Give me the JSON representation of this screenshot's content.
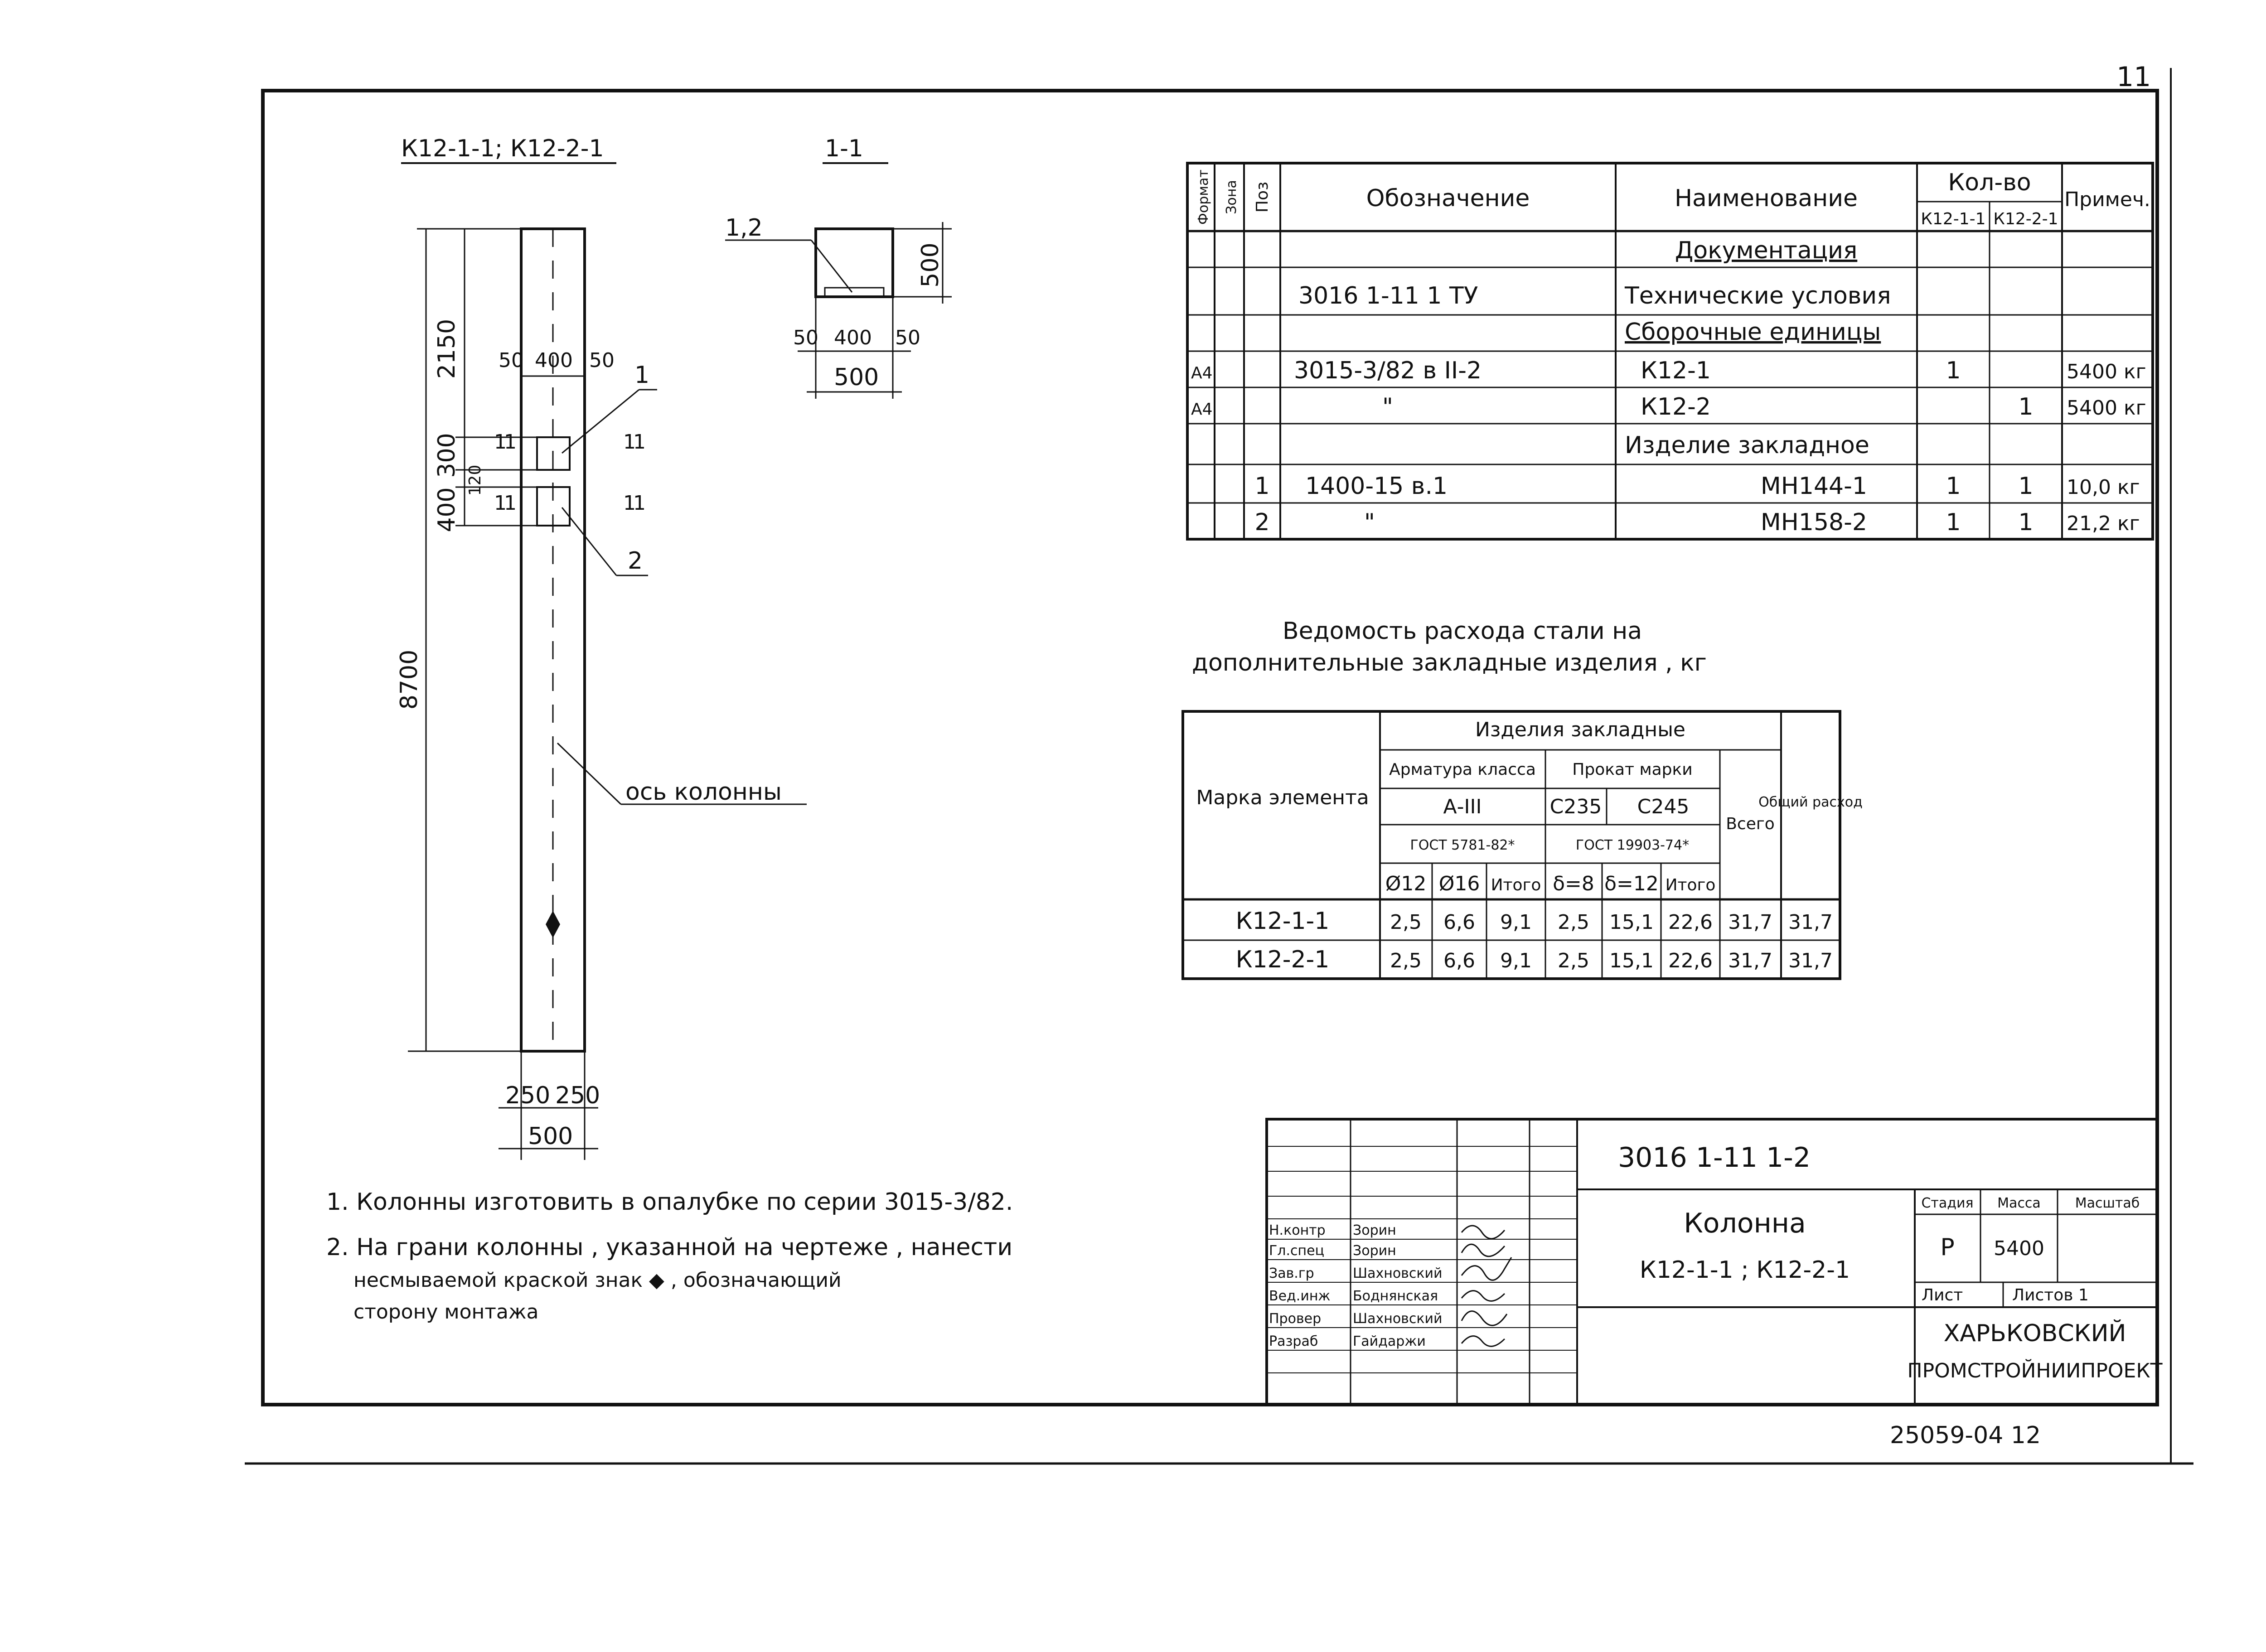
{
  "corner_mark": "11",
  "drawing": {
    "view_title": "К12-1-1; К12-2-1",
    "section_title": "1-1",
    "dims": {
      "height_total": "8700",
      "upper": "2150",
      "seg300": "300",
      "seg120": "120",
      "seg400": "400",
      "top50l": "50",
      "top400": "400",
      "top50r": "50",
      "bot250l": "250",
      "bot250r": "250",
      "bot500": "500"
    },
    "section_marks": [
      "1",
      "1",
      "1",
      "1",
      "1",
      "1",
      "1",
      "1"
    ],
    "callouts": {
      "item1": "1",
      "item2": "2",
      "axis": "ось колонны"
    },
    "section": {
      "callout": "1,2",
      "height": "500",
      "d50l": "50",
      "d400": "400",
      "d50r": "50",
      "width": "500"
    }
  },
  "spec_table": {
    "headers": {
      "format": "Формат",
      "zone": "Зона",
      "pos": "Поз",
      "designation": "Обозначение",
      "name": "Наименование",
      "qty": "Кол-во",
      "qty1": "К12-1-1",
      "qty2": "К12-2-1",
      "note": "Примеч."
    },
    "rows": [
      {
        "format": "",
        "zone": "",
        "pos": "",
        "designation": "",
        "name": "Документация",
        "q1": "",
        "q2": "",
        "note": ""
      },
      {
        "format": "",
        "zone": "",
        "pos": "",
        "designation": "3016 1-11 1 ТУ",
        "name": "Технические условия",
        "q1": "",
        "q2": "",
        "note": ""
      },
      {
        "format": "",
        "zone": "",
        "pos": "",
        "designation": "",
        "name": "Сборочные единицы",
        "q1": "",
        "q2": "",
        "note": ""
      },
      {
        "format": "А4",
        "zone": "",
        "pos": "",
        "designation": "3015-3/82     в II-2",
        "name": "К12-1",
        "q1": "1",
        "q2": "",
        "note": "5400 кг"
      },
      {
        "format": "А4",
        "zone": "",
        "pos": "",
        "designation": "\"",
        "name": "К12-2",
        "q1": "",
        "q2": "1",
        "note": "5400 кг"
      },
      {
        "format": "",
        "zone": "",
        "pos": "",
        "designation": "",
        "name": "Изделие закладное",
        "q1": "",
        "q2": "",
        "note": ""
      },
      {
        "format": "",
        "zone": "",
        "pos": "1",
        "designation": "1400-15 в.1",
        "name": "МН144-1",
        "q1": "1",
        "q2": "1",
        "note": "10,0 кг"
      },
      {
        "format": "",
        "zone": "",
        "pos": "2",
        "designation": "\"",
        "name": "МН158-2",
        "q1": "1",
        "q2": "1",
        "note": "21,2 кг"
      }
    ]
  },
  "steel_title": {
    "line1": "Ведомость   расхода   стали   на",
    "line2": "дополнительные   закладные   изделия  ,  кг"
  },
  "steel_table": {
    "h_mark": "Марка элемента",
    "h_items": "Изделия          закладные",
    "h_rebar": "Арматура класса",
    "h_rolled": "Прокат марки",
    "h_a3": "А-III",
    "h_c235": "С235",
    "h_c245": "С245",
    "h_gost1": "ГОСТ 5781-82*",
    "h_gost2": "ГОСТ 19903-74*",
    "h_total": "Всего",
    "h_overall": "Общий расход",
    "cols": [
      "Ø12",
      "Ø16",
      "Итого",
      "δ=8",
      "δ=12",
      "Итого"
    ],
    "rows": [
      {
        "mark": "К12-1-1",
        "v": [
          "2,5",
          "6,6",
          "9,1",
          "2,5",
          "15,1",
          "22,6",
          "31,7",
          "31,7"
        ]
      },
      {
        "mark": "К12-2-1",
        "v": [
          "2,5",
          "6,6",
          "9,1",
          "2,5",
          "15,1",
          "22,6",
          "31,7",
          "31,7"
        ]
      }
    ]
  },
  "notes": {
    "n1": "1. Колонны   изготовить   в  опалубке   по  серии   3015-3/82.",
    "n2a": "2. На  грани   колонны  ,  указанной   на   чертеже ,  нанести",
    "n2b": "несмываемой   краской   знак  ◆  ,  обозначающий",
    "n2c": "сторону   монтажа"
  },
  "title_block": {
    "code": "3016 1-11 1-2",
    "name_line1": "Колонна",
    "name_line2": "К12-1-1 ; К12-2-1",
    "stage_label": "Стадия",
    "mass_label": "Масса",
    "scale_label": "Масштаб",
    "stage_value": "Р",
    "mass_value": "5400",
    "scale_value": "",
    "sheet_label": "Лист",
    "sheets_label": "Листов 1",
    "org_line1": "ХАРЬКОВСКИЙ",
    "org_line2": "ПРОМСТРОЙНИИПРОЕКТ",
    "roles": [
      {
        "role": "Н.контр",
        "name": "Зорин"
      },
      {
        "role": "Гл.спец",
        "name": "Зорин"
      },
      {
        "role": "Зав.гр",
        "name": "Шахновский"
      },
      {
        "role": "Вед.инж",
        "name": "Боднянская"
      },
      {
        "role": "Провер",
        "name": "Шахновский"
      },
      {
        "role": "Разраб",
        "name": "Гайдаржи"
      }
    ]
  },
  "doc_number": "25059-04  12"
}
